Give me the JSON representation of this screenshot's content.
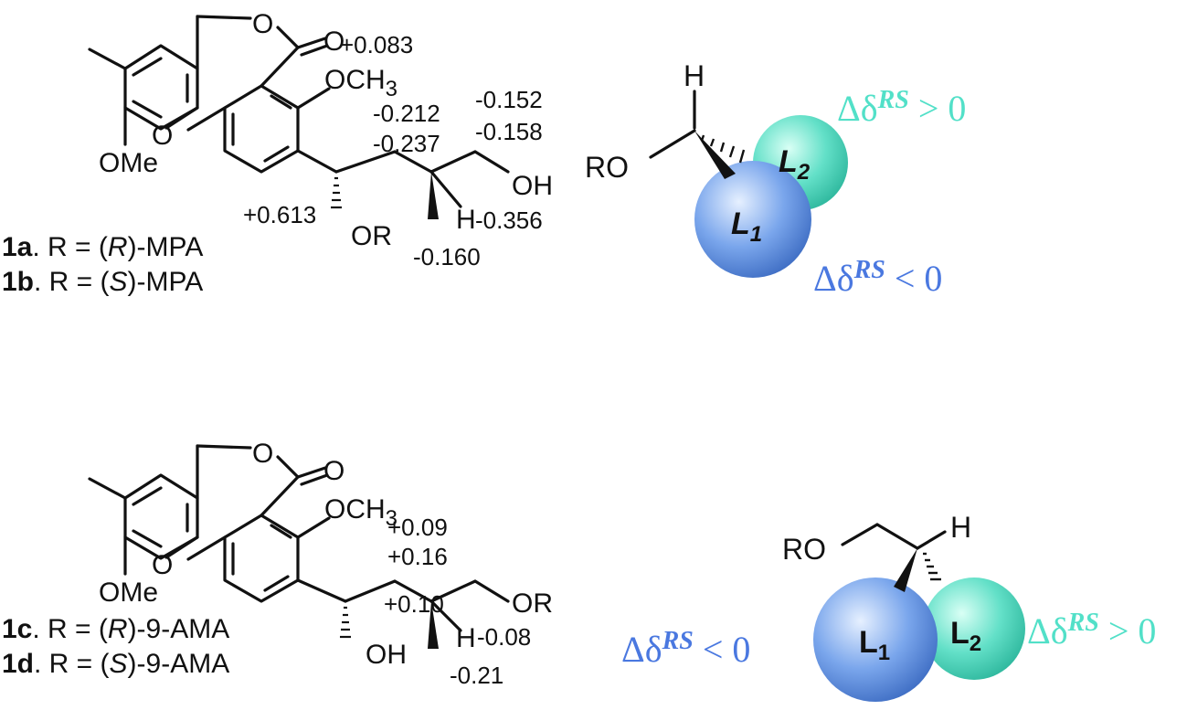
{
  "colors": {
    "ink": "#111111",
    "blue_text": "#4a78e0",
    "cyan_text": "#52e0c8",
    "sphere_blue_light": "#e6f0ff",
    "sphere_blue": "#7aa6ec",
    "sphere_blue_dark": "#3f6ec4",
    "sphere_cyan_light": "#d9fff5",
    "sphere_cyan": "#63e0c8",
    "sphere_cyan_dark": "#2fb89e"
  },
  "top_structure": {
    "ring_labels": {
      "lactone_O": "O",
      "carbonyl_O": "O",
      "ether_O": "O",
      "OMe": "OMe",
      "OR": "OR",
      "OH": "OH",
      "H": "H"
    },
    "OCH3": {
      "main": "OCH",
      "sub": "3"
    },
    "shifts": {
      "och3": "+0.083",
      "ch2_a": "-0.212",
      "ch2_b": "-0.237",
      "ch2oh_a": "-0.152",
      "ch2oh_b": "-0.158",
      "aryl_h": "+0.613",
      "methine_h": "-0.356",
      "methyl": "-0.160"
    },
    "compounds": [
      {
        "num": "1a",
        "pre": ". R = (",
        "cfg": "R",
        "post": ")-MPA"
      },
      {
        "num": "1b",
        "pre": ". R = (",
        "cfg": "S",
        "post": ")-MPA"
      }
    ]
  },
  "top_model": {
    "H": "H",
    "RO": "RO",
    "L1": {
      "main": "L",
      "sub": "1"
    },
    "L2": {
      "main": "L",
      "sub": "2"
    },
    "delta_pos": {
      "delta": "Δδ",
      "sup": "RS",
      "rel": " > 0"
    },
    "delta_neg": {
      "delta": "Δδ",
      "sup": "RS",
      "rel": " < 0"
    }
  },
  "bottom_structure": {
    "ring_labels": {
      "lactone_O": "O",
      "carbonyl_O": "O",
      "ether_O": "O",
      "OMe": "OMe",
      "OH": "OH",
      "OR": "OR",
      "H": "H"
    },
    "OCH3": {
      "main": "OCH",
      "sub": "3"
    },
    "shifts": {
      "ch2_a": "+0.09",
      "ch2_b": "+0.16",
      "carbinol": "+0.10",
      "methine_h": "-0.08",
      "methyl": "-0.21"
    },
    "compounds": [
      {
        "num": "1c",
        "pre": ". R = (",
        "cfg": "R",
        "post": ")-9-AMA"
      },
      {
        "num": "1d",
        "pre": ". R = (",
        "cfg": "S",
        "post": ")-9-AMA"
      }
    ]
  },
  "bottom_model": {
    "H": "H",
    "RO": "RO",
    "L1": {
      "main": "L",
      "sub": "1"
    },
    "L2": {
      "main": "L",
      "sub": "2"
    },
    "delta_neg": {
      "delta": "Δδ",
      "sup": "RS",
      "rel": " < 0"
    },
    "delta_pos": {
      "delta": "Δδ",
      "sup": "RS",
      "rel": " > 0"
    }
  }
}
